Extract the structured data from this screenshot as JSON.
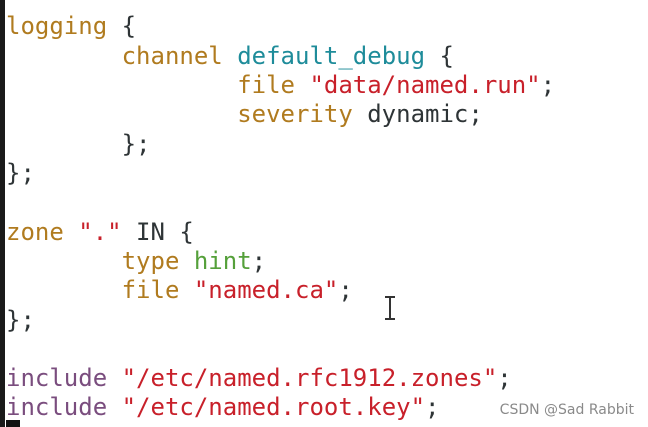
{
  "colors": {
    "keyword": "#b07b1f",
    "identifier": "#1e8c9a",
    "value": "#55a03a",
    "directive": "#7a4d7e",
    "string": "#c8202a",
    "text": "#2e3436"
  },
  "code": {
    "l1": {
      "kw": "logging",
      "rest": " {"
    },
    "l2": {
      "indent": "        ",
      "kw": "channel",
      "sp": " ",
      "id": "default_debug",
      "rest": " {"
    },
    "l3": {
      "indent": "                ",
      "kw": "file",
      "sp": " ",
      "str": "\"data/named.run\"",
      "rest": ";"
    },
    "l4": {
      "indent": "                ",
      "kw": "severity",
      "rest": " dynamic;"
    },
    "l5": {
      "text": "        };"
    },
    "l6": {
      "text": "};"
    },
    "l7": {
      "kw": "zone",
      "sp": " ",
      "str": "\".\"",
      "rest": " IN {"
    },
    "l8": {
      "indent": "        ",
      "kw": "type",
      "sp": " ",
      "val": "hint",
      "rest": ";"
    },
    "l9": {
      "indent": "        ",
      "kw": "file",
      "sp": " ",
      "str": "\"named.ca\"",
      "rest": ";"
    },
    "l10": {
      "text": "};"
    },
    "l11": {
      "kw": "include",
      "sp": " ",
      "str": "\"/etc/named.rfc1912.zones\"",
      "rest": ";"
    },
    "l12": {
      "kw": "include",
      "sp": " ",
      "str": "\"/etc/named.root.key\"",
      "rest": ";"
    }
  },
  "watermark": "CSDN @Sad Rabbit",
  "icons": {
    "text_cursor": "i-beam-cursor-icon",
    "caret": "block-cursor"
  }
}
